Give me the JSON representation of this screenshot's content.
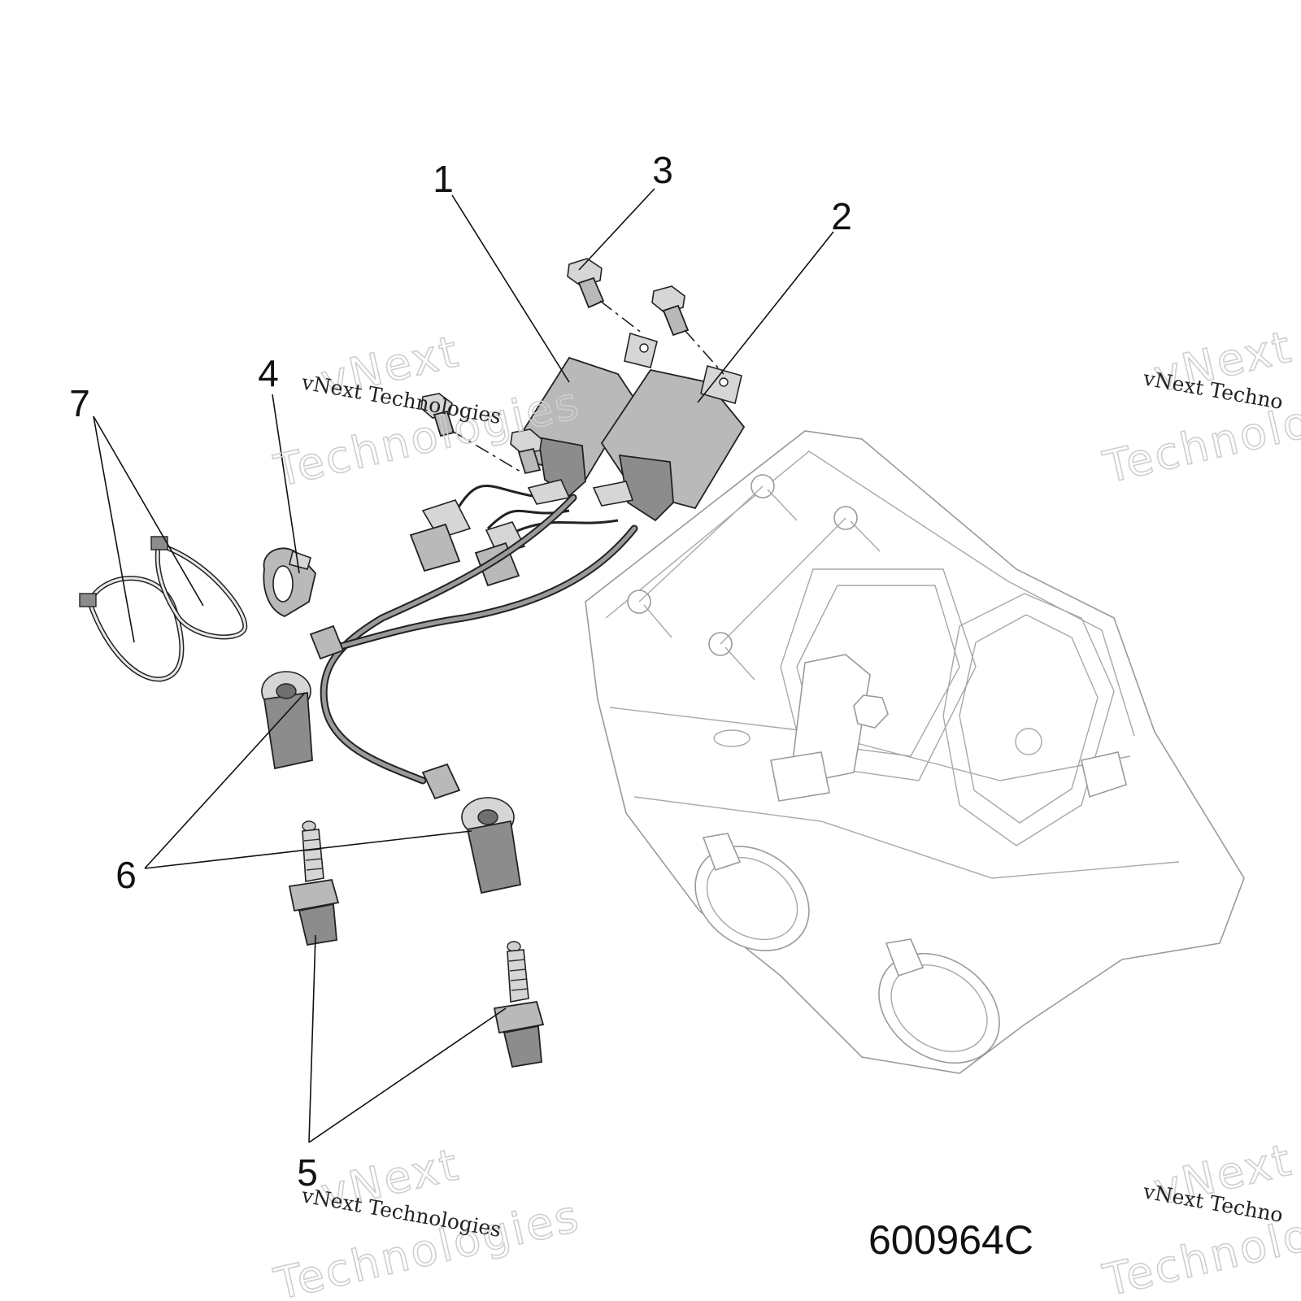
{
  "figure_number": "600964C",
  "callouts": [
    "1",
    "2",
    "3",
    "4",
    "5",
    "6",
    "7"
  ],
  "watermark": {
    "small_text": "vNext Technologies",
    "big_line1": "vNext",
    "big_line2": "Technologies",
    "big_line2_cut": "Technolo",
    "small_cut": "vNext Techno"
  }
}
